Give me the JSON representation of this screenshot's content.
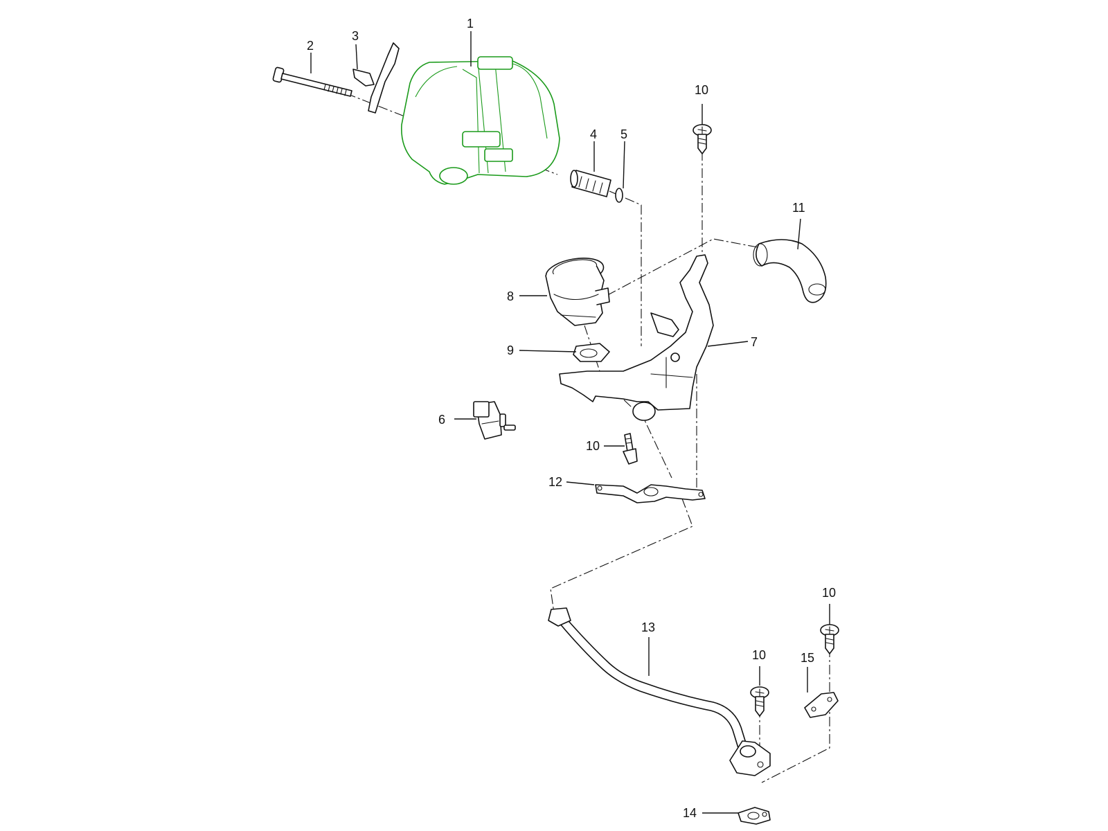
{
  "diagram": {
    "highlight_color": "#1a9a1a",
    "line_color": "#111111",
    "callouts": {
      "c1": "1",
      "c2": "2",
      "c3": "3",
      "c4": "4",
      "c5": "5",
      "c6": "6",
      "c7": "7",
      "c8": "8",
      "c9": "9",
      "c10a": "10",
      "c10b": "10",
      "c10c": "10",
      "c10d": "10",
      "c11": "11",
      "c12": "12",
      "c13": "13",
      "c14": "14",
      "c15": "15"
    }
  }
}
